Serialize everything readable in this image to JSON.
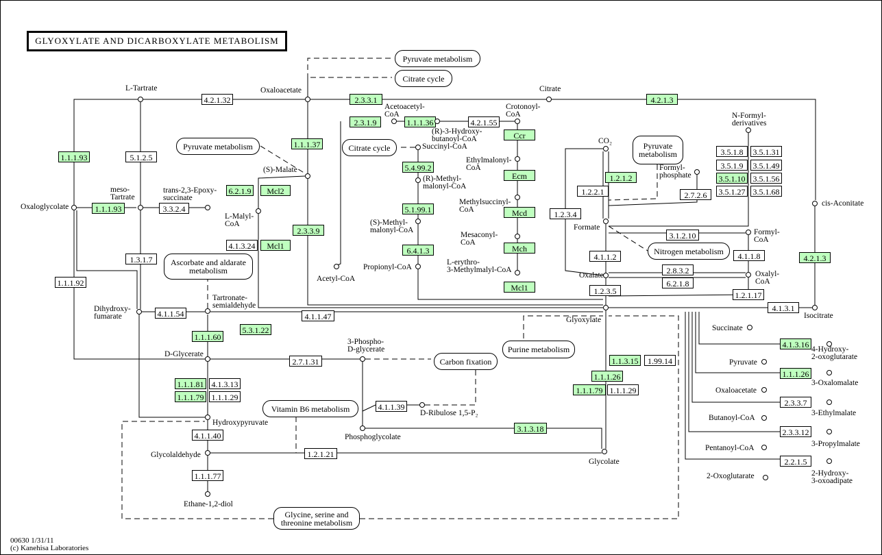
{
  "title": "GLYOXYLATE AND DICARBOXYLATE METABOLISM",
  "footer": {
    "line1": "00630 1/31/11",
    "line2": "(c) Kanehisa Laboratories"
  },
  "colors": {
    "highlight": "#bfffbf",
    "line": "#000000",
    "background": "#ffffff"
  },
  "enzymes": [
    {
      "id": "4.2.1.32",
      "hl": false
    },
    {
      "id": "2.3.3.1",
      "hl": true
    },
    {
      "id": "4.2.1.3",
      "hl": true
    },
    {
      "id": "2.3.1.9",
      "hl": true
    },
    {
      "id": "1.1.1.36",
      "hl": true
    },
    {
      "id": "4.2.1.55",
      "hl": false
    },
    {
      "id": "Ccr",
      "hl": true
    },
    {
      "id": "1.1.1.93",
      "hl": true
    },
    {
      "id": "5.1.2.5",
      "hl": false
    },
    {
      "id": "1.1.1.37",
      "hl": true
    },
    {
      "id": "5.4.99.2",
      "hl": true
    },
    {
      "id": "Ecm",
      "hl": true
    },
    {
      "id": "1.2.1.2",
      "hl": true
    },
    {
      "id": "1.2.2.1",
      "hl": false
    },
    {
      "id": "2.7.2.6",
      "hl": false
    },
    {
      "id": "3.5.1.8",
      "hl": false
    },
    {
      "id": "3.5.1.31",
      "hl": false
    },
    {
      "id": "3.5.1.9",
      "hl": false
    },
    {
      "id": "3.5.1.49",
      "hl": false
    },
    {
      "id": "3.5.1.10",
      "hl": true
    },
    {
      "id": "3.5.1.56",
      "hl": false
    },
    {
      "id": "3.5.1.27",
      "hl": false
    },
    {
      "id": "3.5.1.68",
      "hl": false
    },
    {
      "id": "1.1.1.93",
      "hl": true
    },
    {
      "id": "3.3.2.4",
      "hl": false
    },
    {
      "id": "6.2.1.9",
      "hl": true
    },
    {
      "id": "Mcl2",
      "hl": true
    },
    {
      "id": "5.1.99.1",
      "hl": true
    },
    {
      "id": "Mcd",
      "hl": true
    },
    {
      "id": "1.2.3.4",
      "hl": false
    },
    {
      "id": "2.3.3.9",
      "hl": true
    },
    {
      "id": "4.1.3.24",
      "hl": false
    },
    {
      "id": "Mcl1",
      "hl": true
    },
    {
      "id": "6.4.1.3",
      "hl": true
    },
    {
      "id": "Mch",
      "hl": true
    },
    {
      "id": "3.1.2.10",
      "hl": false
    },
    {
      "id": "1.3.1.7",
      "hl": false
    },
    {
      "id": "4.1.1.2",
      "hl": false
    },
    {
      "id": "4.1.1.8",
      "hl": false
    },
    {
      "id": "4.2.1.3",
      "hl": true
    },
    {
      "id": "1.1.1.92",
      "hl": false
    },
    {
      "id": "Mcl1",
      "hl": true
    },
    {
      "id": "2.8.3.2",
      "hl": false
    },
    {
      "id": "6.2.1.8",
      "hl": false
    },
    {
      "id": "1.2.3.5",
      "hl": false
    },
    {
      "id": "1.2.1.17",
      "hl": false
    },
    {
      "id": "4.1.1.54",
      "hl": false
    },
    {
      "id": "4.1.1.47",
      "hl": false
    },
    {
      "id": "4.1.3.1",
      "hl": false
    },
    {
      "id": "1.1.1.60",
      "hl": true
    },
    {
      "id": "5.3.1.22",
      "hl": true
    },
    {
      "id": "4.1.3.16",
      "hl": true
    },
    {
      "id": "2.7.1.31",
      "hl": false
    },
    {
      "id": "1.1.3.15",
      "hl": true
    },
    {
      "id": "1.99.14",
      "hl": false
    },
    {
      "id": "1.1.1.26",
      "hl": true
    },
    {
      "id": "1.1.1.79",
      "hl": true
    },
    {
      "id": "1.1.1.29",
      "hl": false
    },
    {
      "id": "1.1.1.81",
      "hl": true
    },
    {
      "id": "4.1.3.13",
      "hl": false
    },
    {
      "id": "1.1.1.26",
      "hl": true
    },
    {
      "id": "1.1.1.79",
      "hl": true
    },
    {
      "id": "1.1.1.29",
      "hl": false
    },
    {
      "id": "4.1.1.39",
      "hl": false
    },
    {
      "id": "2.3.3.7",
      "hl": false
    },
    {
      "id": "3.1.3.18",
      "hl": true
    },
    {
      "id": "4.1.1.40",
      "hl": false
    },
    {
      "id": "2.3.3.12",
      "hl": false
    },
    {
      "id": "1.2.1.21",
      "hl": false
    },
    {
      "id": "2.2.1.5",
      "hl": false
    },
    {
      "id": "1.1.1.77",
      "hl": false
    }
  ],
  "maps": [
    "Pyruvate metabolism",
    "Citrate cycle",
    "Pyruvate metabolism",
    "Citrate cycle",
    "Pyruvate\nmetabolism",
    "Ascorbate and aldarate\nmetabolism",
    "Nitrogen metabolism",
    "Purine metabolism",
    "Carbon fixation",
    "Vitamin B6 metabolism",
    "Glycine, serine and\nthreonine metabolism"
  ],
  "compounds": [
    "L-Tartrate",
    "Oxaloacetate",
    "Citrate",
    "Acetoacetyl-\nCoA",
    "(R)-3-Hydroxy-\nbutanoyl-CoA",
    "Crotonoyl-\nCoA",
    "N-Formyl-\nderivatives",
    "CO2",
    "Succinyl-CoA",
    "Ethylmalonyl-\nCoA",
    "(S)-Malate",
    "Formyl-\nphosphate",
    "(R)-Methyl-\nmalonyl-CoA",
    "meso-\nTartrate",
    "trans-2,3-Epoxy-\nsuccinate",
    "Oxaloglycolate",
    "cis-Aconitate",
    "L-Malyl-\nCoA",
    "Methylsuccinyl-\nCoA",
    "(S)-Methyl-\nmalonyl-CoA",
    "Formate",
    "Mesaconyl-\nCoA",
    "Formyl-\nCoA",
    "Propionyl-CoA",
    "Acetyl-CoA",
    "L-erythro-\n3-Methylmalyl-CoA",
    "Oxalate",
    "Oxalyl-\nCoA",
    "Tartronate-\nsemialdehyde",
    "Dihydroxy-\nfumarate",
    "Glyoxylate",
    "Isocitrate",
    "Succinate",
    "D-Glycerate",
    "3-Phospho-\nD-glycerate",
    "4-Hydroxy-\n2-oxoglutarate",
    "Pyruvate",
    "3-Oxalomalate",
    "Oxaloacetate",
    "Hydroxypyruvate",
    "D-Ribulose 1,5-P2",
    "3-Ethylmalate",
    "Butanoyl-CoA",
    "Phosphoglycolate",
    "3-Propylmalate",
    "Pentanoyl-CoA",
    "Glycolaldehyde",
    "Glycolate",
    "2-Oxoglutarate",
    "2-Hydroxy-\n3-oxoadipate",
    "Ethane-1,2-diol"
  ]
}
